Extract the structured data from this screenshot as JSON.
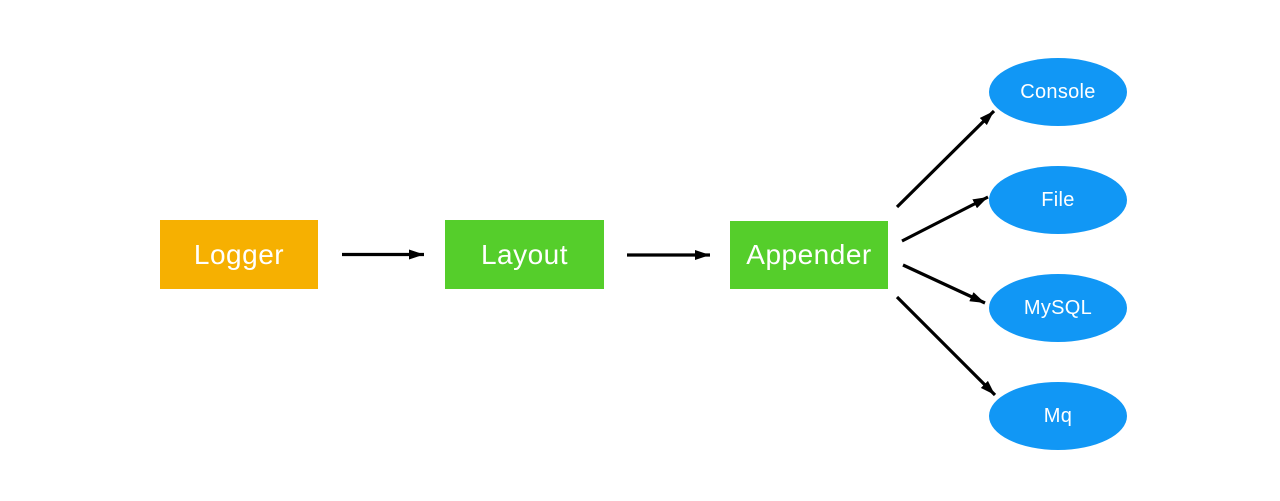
{
  "diagram": {
    "nodes": {
      "logger": {
        "label": "Logger",
        "shape": "rect",
        "color_key": "orange"
      },
      "layout": {
        "label": "Layout",
        "shape": "rect",
        "color_key": "green"
      },
      "appender": {
        "label": "Appender",
        "shape": "rect",
        "color_key": "green"
      },
      "console": {
        "label": "Console",
        "shape": "ellipse",
        "color_key": "blue"
      },
      "file": {
        "label": "File",
        "shape": "ellipse",
        "color_key": "blue"
      },
      "mysql": {
        "label": "MySQL",
        "shape": "ellipse",
        "color_key": "blue"
      },
      "mq": {
        "label": "Mq",
        "shape": "ellipse",
        "color_key": "blue"
      }
    },
    "edges": [
      {
        "from": "logger",
        "to": "layout"
      },
      {
        "from": "layout",
        "to": "appender"
      },
      {
        "from": "appender",
        "to": "console"
      },
      {
        "from": "appender",
        "to": "file"
      },
      {
        "from": "appender",
        "to": "mysql"
      },
      {
        "from": "appender",
        "to": "mq"
      }
    ]
  },
  "colors": {
    "orange": "#F6B001",
    "green": "#55CE2B",
    "blue": "#1197F5",
    "arrow": "#000000",
    "label_text": "#FFFFFF",
    "background": "#FFFFFF"
  }
}
